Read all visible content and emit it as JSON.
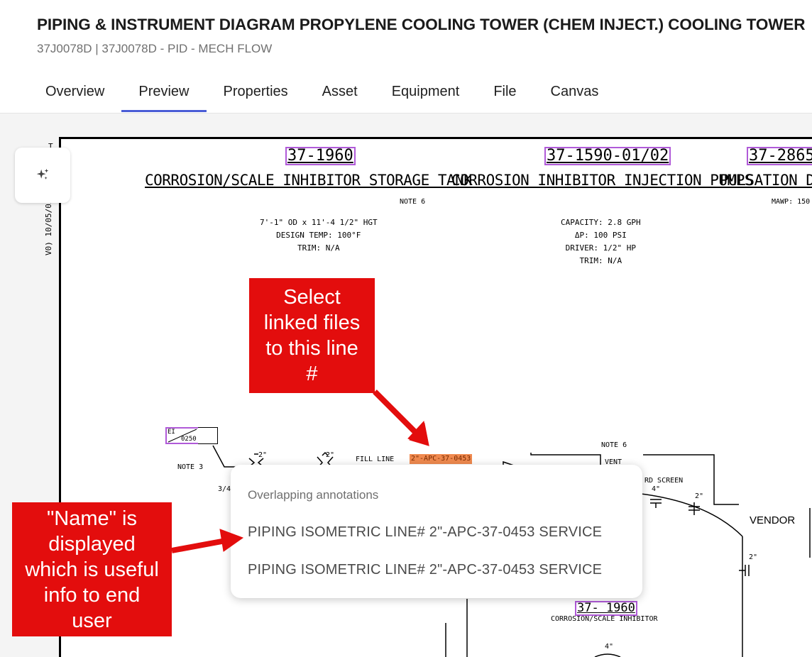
{
  "header": {
    "title": "PIPING & INSTRUMENT DIAGRAM PROPYLENE COOLING TOWER (CHEM INJECT.) COOLING TOWER",
    "subtitle": "37J0078D | 37J0078D - PID - MECH FLOW"
  },
  "tabs": [
    {
      "label": "Overview",
      "active": false
    },
    {
      "label": "Preview",
      "active": true
    },
    {
      "label": "Properties",
      "active": false
    },
    {
      "label": "Asset",
      "active": false
    },
    {
      "label": "Equipment",
      "active": false
    },
    {
      "label": "File",
      "active": false
    },
    {
      "label": "Canvas",
      "active": false
    }
  ],
  "colors": {
    "accent": "#4a5cd6",
    "annotation": "#b05ad8",
    "line_tag": "#f08a4f",
    "callout": "#e30d0d"
  },
  "icons": {
    "ai_button": "sparkle-icon"
  },
  "drawing": {
    "side_text": "V0) 10/05/05",
    "side_letter": "T",
    "tags": {
      "tank": "37-1960",
      "pump": "37-1590-01/02",
      "dampener": "37-2865-",
      "bottom": "37- 1960"
    },
    "headings": {
      "tank": "CORROSION/SCALE INHIBITOR STORAGE TANK",
      "pump": "CORROSION INHIBITOR INJECTION PUMPS",
      "dampener": "PULSATION D"
    },
    "note_6_top": "NOTE 6",
    "mawp": "MAWP: 150",
    "tank_specs": [
      "7'-1\" OD x 11'-4 1/2\" HGT",
      "DESIGN TEMP: 100°F",
      "TRIM: N/A"
    ],
    "pump_specs": [
      "CAPACITY: 2.8 GPH",
      "ΔP: 100 PSI",
      "DRIVER: 1/2\" HP",
      "TRIM: N/A"
    ],
    "instrument": {
      "top": "EI",
      "bottom": "0250"
    },
    "note_3": "NOTE 3",
    "size_3_4": "3/4\"",
    "size_2_a": "2\"",
    "size_2_b": "2\"",
    "fill_line": "FILL LINE",
    "line_number": "2\"-APC-37-0453",
    "note_6_mid": "NOTE 6",
    "vent": "VENT",
    "bird_screen": "RD SCREEN",
    "size_4_a": "4\"",
    "size_2_c": "2\"",
    "size_2_d": "2\"",
    "vendor": "VENDOR",
    "bottom_label": "CORROSION/SCALE INHIBITOR",
    "size_4_b": "4\""
  },
  "popup": {
    "heading": "Overlapping annotations",
    "items": [
      "PIPING ISOMETRIC LINE# 2\"-APC-37-0453 SERVICE",
      "PIPING ISOMETRIC LINE# 2\"-APC-37-0453 SERVICE"
    ]
  },
  "callouts": {
    "select_linked": [
      "Select",
      "linked files",
      "to this line",
      "#"
    ],
    "name_displayed": [
      "\"Name\" is",
      "displayed",
      "which is useful",
      "info to end",
      "user"
    ]
  }
}
